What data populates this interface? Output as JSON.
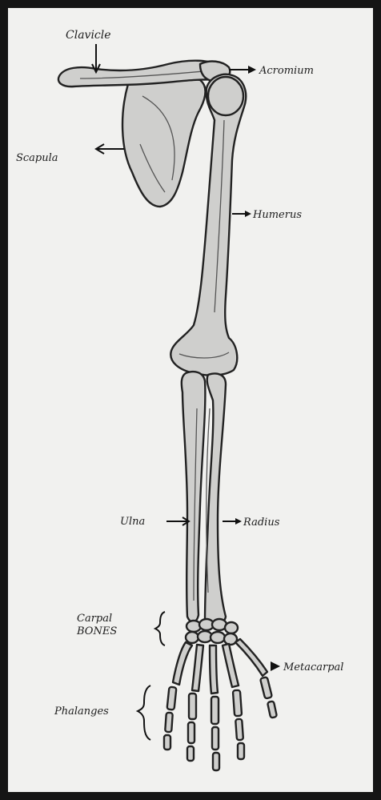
{
  "labels": {
    "clavicle": "Clavicle",
    "acromium": "Acromium",
    "scapula": "Scapula",
    "humerus": "Humerus",
    "ulna": "Ulna",
    "radius": "Radius",
    "carpal_line1": "Carpal",
    "carpal_line2": "BONES",
    "metacarpal": "Metacarpal",
    "phalanges": "Phalanges"
  },
  "colors": {
    "paper": "#f1f1ef",
    "bone": "#cfcfcd",
    "ink": "#1c1c1c",
    "frame": "#151515"
  }
}
